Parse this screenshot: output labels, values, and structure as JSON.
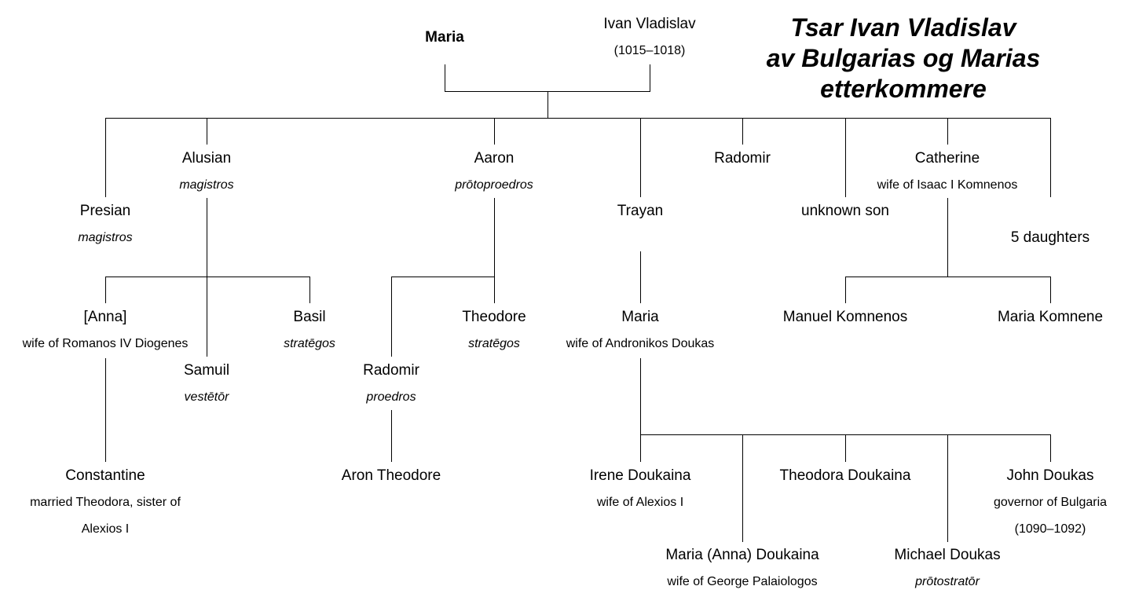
{
  "title": {
    "line1": "Tsar Ivan Vladislav",
    "line2": "av Bulgarias og Marias",
    "line3": "etterkommere"
  },
  "people": {
    "maria_root": {
      "name": "Maria"
    },
    "ivan": {
      "name": "Ivan Vladislav",
      "note": "(1015–1018)"
    },
    "presian": {
      "name": "Presian",
      "note": "magistros"
    },
    "alusian": {
      "name": "Alusian",
      "note": "magistros"
    },
    "aaron": {
      "name": "Aaron",
      "note": "prōtoproedros"
    },
    "trayan": {
      "name": "Trayan"
    },
    "radomir": {
      "name": "Radomir"
    },
    "unknown_son": {
      "name": "unknown son"
    },
    "catherine": {
      "name": "Catherine",
      "note": "wife of Isaac I Komnenos"
    },
    "daughters": {
      "name": "5 daughters"
    },
    "anna": {
      "name": "[Anna]",
      "note": "wife of Romanos IV Diogenes"
    },
    "samuil": {
      "name": "Samuil",
      "note": "vestētōr"
    },
    "basil": {
      "name": "Basil",
      "note": "stratēgos"
    },
    "radomir2": {
      "name": "Radomir",
      "note": "proedros"
    },
    "theodore": {
      "name": "Theodore",
      "note": "stratēgos"
    },
    "maria_d": {
      "name": "Maria",
      "note": "wife of Andronikos Doukas"
    },
    "manuel": {
      "name": "Manuel Komnenos"
    },
    "maria_k": {
      "name": "Maria Komnene"
    },
    "constantine": {
      "name": "Constantine",
      "note1": "married Theodora, sister of",
      "note2": "Alexios I"
    },
    "aron_theodore": {
      "name": "Aron Theodore"
    },
    "irene": {
      "name": "Irene Doukaina",
      "note": "wife of Alexios I"
    },
    "theodora": {
      "name": "Theodora Doukaina"
    },
    "john": {
      "name": "John Doukas",
      "note1": "governor of Bulgaria",
      "note2": "(1090–1092)"
    },
    "maria_anna": {
      "name": "Maria (Anna) Doukaina",
      "note": "wife of George Palaiologos"
    },
    "michael": {
      "name": "Michael Doukas",
      "note": "prōtostratōr"
    }
  }
}
